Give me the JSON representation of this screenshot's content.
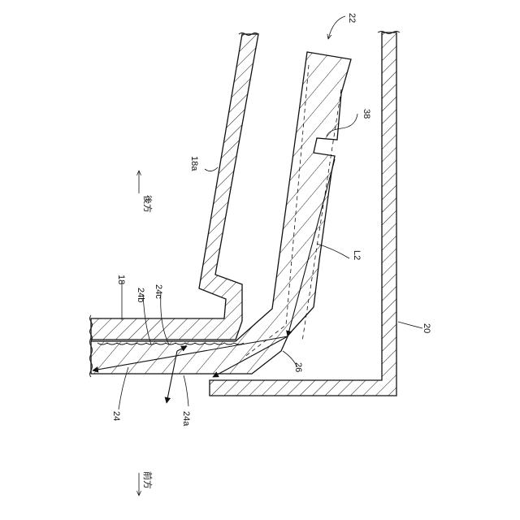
{
  "labels": {
    "ref_22": "22",
    "ref_38": "38",
    "ref_18a": "18a",
    "ref_L2": "L2",
    "ref_18": "18",
    "ref_24b": "24b",
    "ref_24c": "24c",
    "ref_20": "20",
    "ref_26": "26",
    "ref_24": "24",
    "ref_24a": "24a"
  },
  "directions": {
    "rear": "後方",
    "front": "前方"
  }
}
